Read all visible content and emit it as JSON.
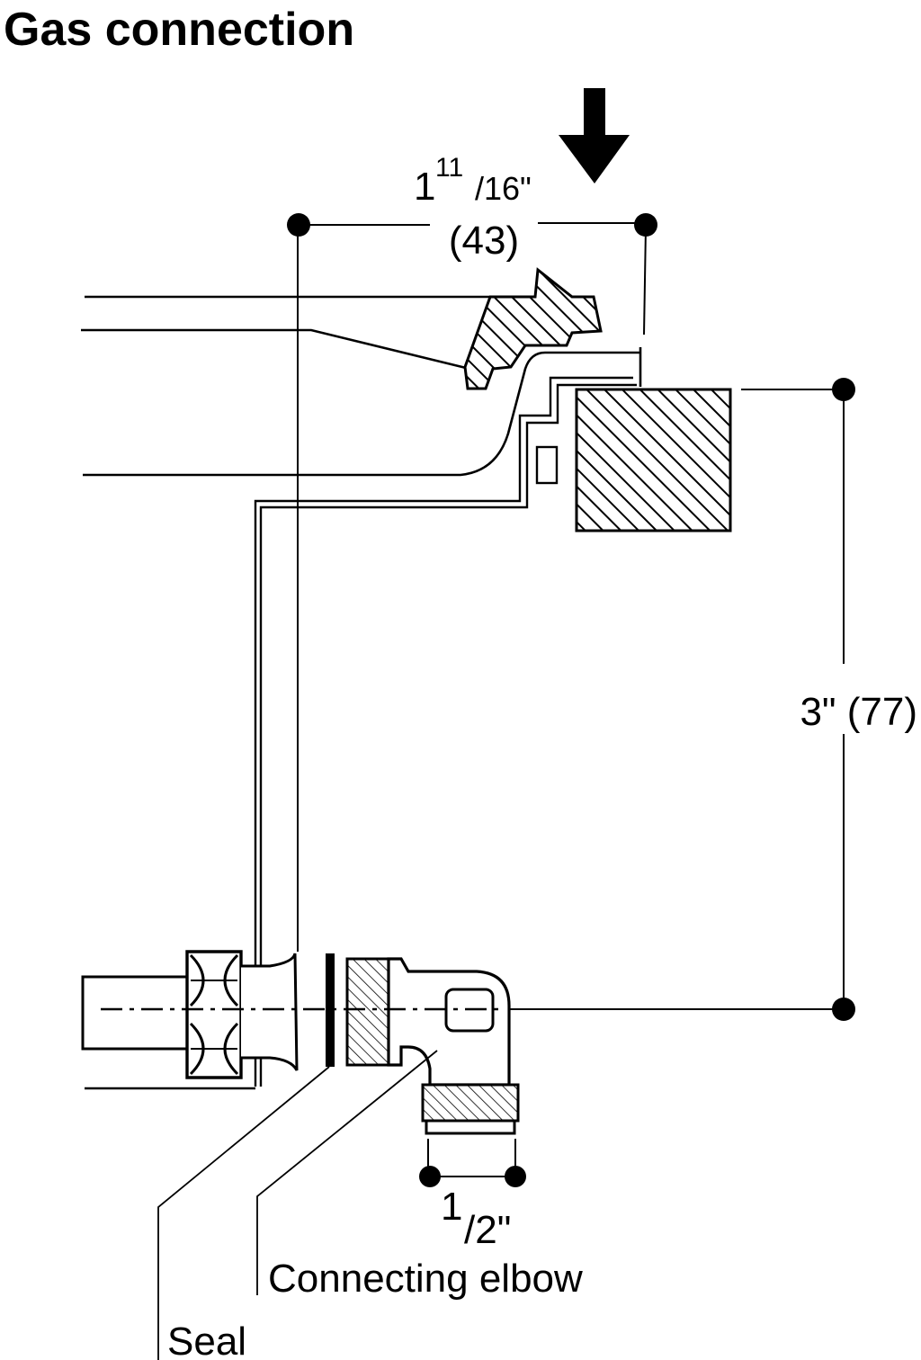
{
  "title": "Gas connection",
  "dimensions": {
    "width_inch_whole": "1",
    "width_inch_numerator": "11",
    "width_inch_denominator": "/16\"",
    "width_mm": "(43)",
    "height": "3\" (77)",
    "thread_numerator": "1",
    "thread_denominator": "/2\""
  },
  "labels": {
    "connecting_elbow": "Connecting elbow",
    "seal": "Seal"
  },
  "colors": {
    "ink": "#000000",
    "background": "#ffffff"
  }
}
